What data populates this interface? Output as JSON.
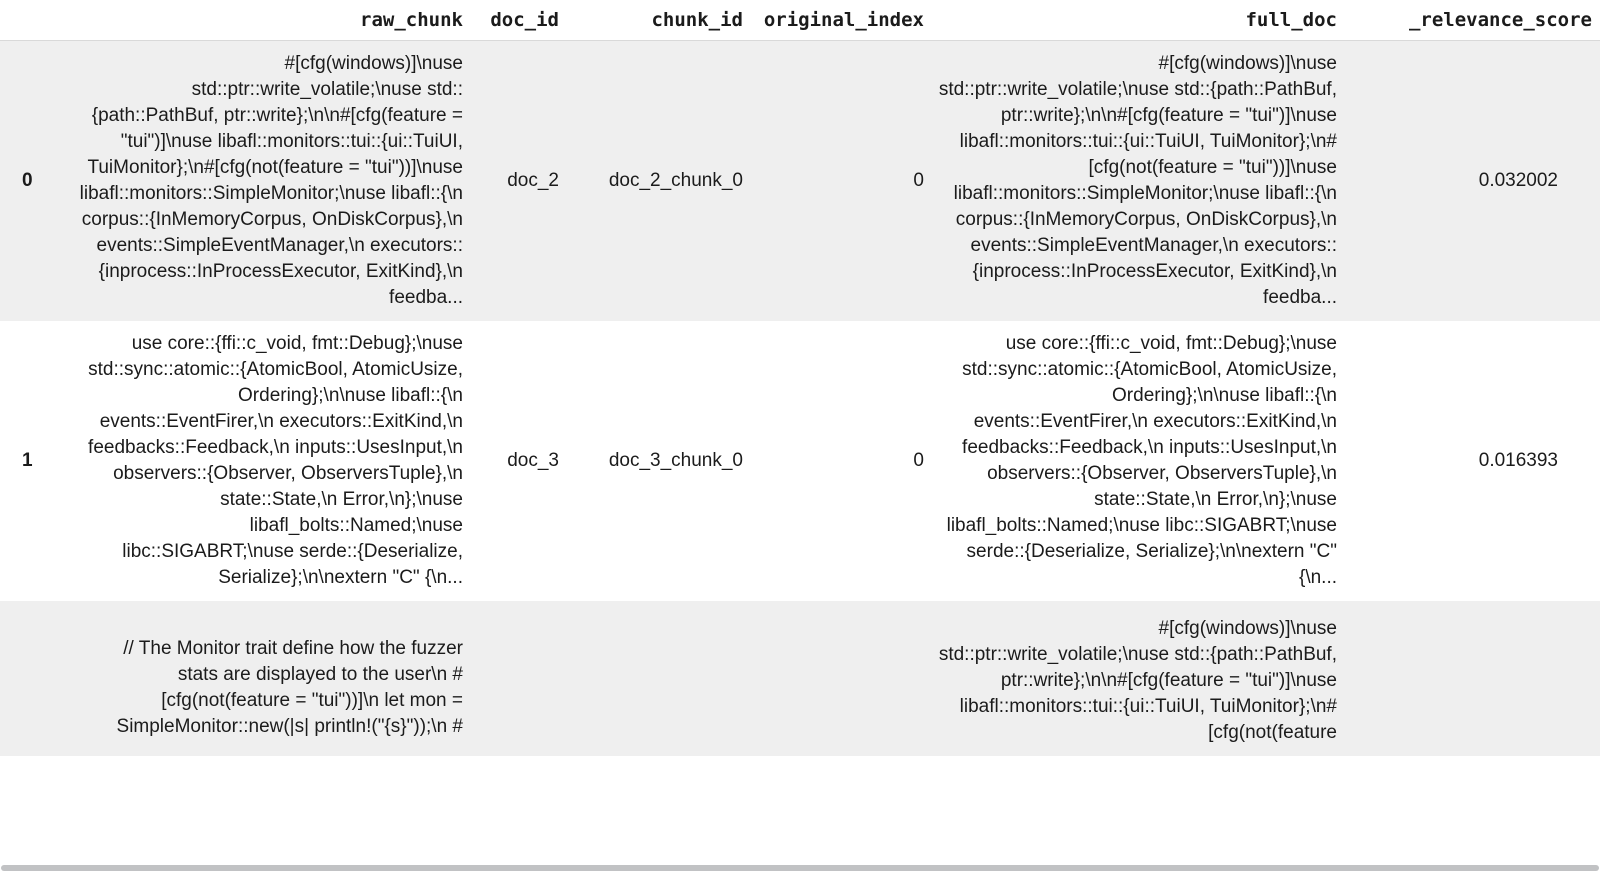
{
  "table": {
    "columns": [
      "raw_chunk",
      "doc_id",
      "chunk_id",
      "original_index",
      "full_doc",
      "_relevance_score"
    ],
    "index_header": "",
    "rows": [
      {
        "index": "0",
        "raw_chunk": "#[cfg(windows)]\\nuse std::ptr::write_volatile;\\nuse std::{path::PathBuf, ptr::write};\\n\\n#[cfg(feature = \"tui\")]\\nuse libafl::monitors::tui::{ui::TuiUI, TuiMonitor};\\n#[cfg(not(feature = \"tui\"))]\\nuse libafl::monitors::SimpleMonitor;\\nuse libafl::{\\n corpus::{InMemoryCorpus, OnDiskCorpus},\\n events::SimpleEventManager,\\n executors::{inprocess::InProcessExecutor, ExitKind},\\n feedba...",
        "doc_id": "doc_2",
        "chunk_id": "doc_2_chunk_0",
        "original_index": "0",
        "full_doc": "#[cfg(windows)]\\nuse std::ptr::write_volatile;\\nuse std::{path::PathBuf, ptr::write};\\n\\n#[cfg(feature = \"tui\")]\\nuse libafl::monitors::tui::{ui::TuiUI, TuiMonitor};\\n#[cfg(not(feature = \"tui\"))]\\nuse libafl::monitors::SimpleMonitor;\\nuse libafl::{\\n corpus::{InMemoryCorpus, OnDiskCorpus},\\n events::SimpleEventManager,\\n executors::{inprocess::InProcessExecutor, ExitKind},\\n feedba...",
        "relevance_score": "0.032002"
      },
      {
        "index": "1",
        "raw_chunk": "use core::{ffi::c_void, fmt::Debug};\\nuse std::sync::atomic::{AtomicBool, AtomicUsize, Ordering};\\n\\nuse libafl::{\\n events::EventFirer,\\n executors::ExitKind,\\n feedbacks::Feedback,\\n inputs::UsesInput,\\n observers::{Observer, ObserversTuple},\\n state::State,\\n Error,\\n};\\nuse libafl_bolts::Named;\\nuse libc::SIGABRT;\\nuse serde::{Deserialize, Serialize};\\n\\nextern \"C\" {\\n...",
        "doc_id": "doc_3",
        "chunk_id": "doc_3_chunk_0",
        "original_index": "0",
        "full_doc": "use core::{ffi::c_void, fmt::Debug};\\nuse std::sync::atomic::{AtomicBool, AtomicUsize, Ordering};\\n\\nuse libafl::{\\n events::EventFirer,\\n executors::ExitKind,\\n feedbacks::Feedback,\\n inputs::UsesInput,\\n observers::{Observer, ObserversTuple},\\n state::State,\\n Error,\\n};\\nuse libafl_bolts::Named;\\nuse libc::SIGABRT;\\nuse serde::{Deserialize, Serialize};\\n\\nextern \"C\" {\\n...",
        "relevance_score": "0.016393"
      },
      {
        "index": "",
        "raw_chunk": "// The Monitor trait define how the fuzzer stats are displayed to the user\\n #[cfg(not(feature = \"tui\"))]\\n let mon = SimpleMonitor::new(|s| println!(\"{s}\"));\\n #",
        "doc_id": "",
        "chunk_id": "",
        "original_index": "",
        "full_doc": "#[cfg(windows)]\\nuse std::ptr::write_volatile;\\nuse std::{path::PathBuf, ptr::write};\\n\\n#[cfg(feature = \"tui\")]\\nuse libafl::monitors::tui::{ui::TuiUI, TuiMonitor};\\n#[cfg(not(feature",
        "relevance_score": ""
      }
    ]
  },
  "colors": {
    "stripe": "#efefef",
    "header_border": "#d9d9d9",
    "text": "#1b1b1b",
    "scrollbar": "#c1c2c4"
  }
}
